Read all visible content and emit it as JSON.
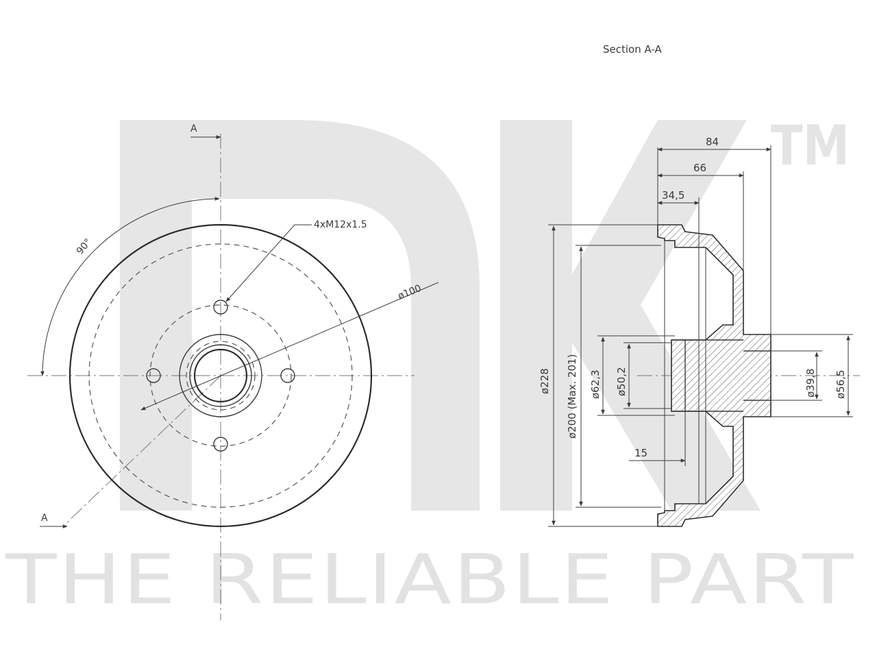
{
  "section_title": "Section  A-A",
  "watermark": {
    "logo": "NK",
    "trademark": "TM",
    "tagline": "THE RELIABLE PART"
  },
  "front_view": {
    "section_mark_top": "A",
    "section_mark_bottom": "A",
    "angle_label": "90°",
    "bolt_label": "4xM12x1.5",
    "pcd_label": "ø100"
  },
  "section_view": {
    "dim_84": "84",
    "dim_66": "66",
    "dim_34_5": "34,5",
    "dim_15": "15",
    "dia_228": "ø228",
    "dia_200": "ø200 (Max. 201)",
    "dia_62_3": "ø62,3",
    "dia_50_2": "ø50,2",
    "dia_39_8": "ø39,8",
    "dia_56_5": "ø56,5"
  }
}
